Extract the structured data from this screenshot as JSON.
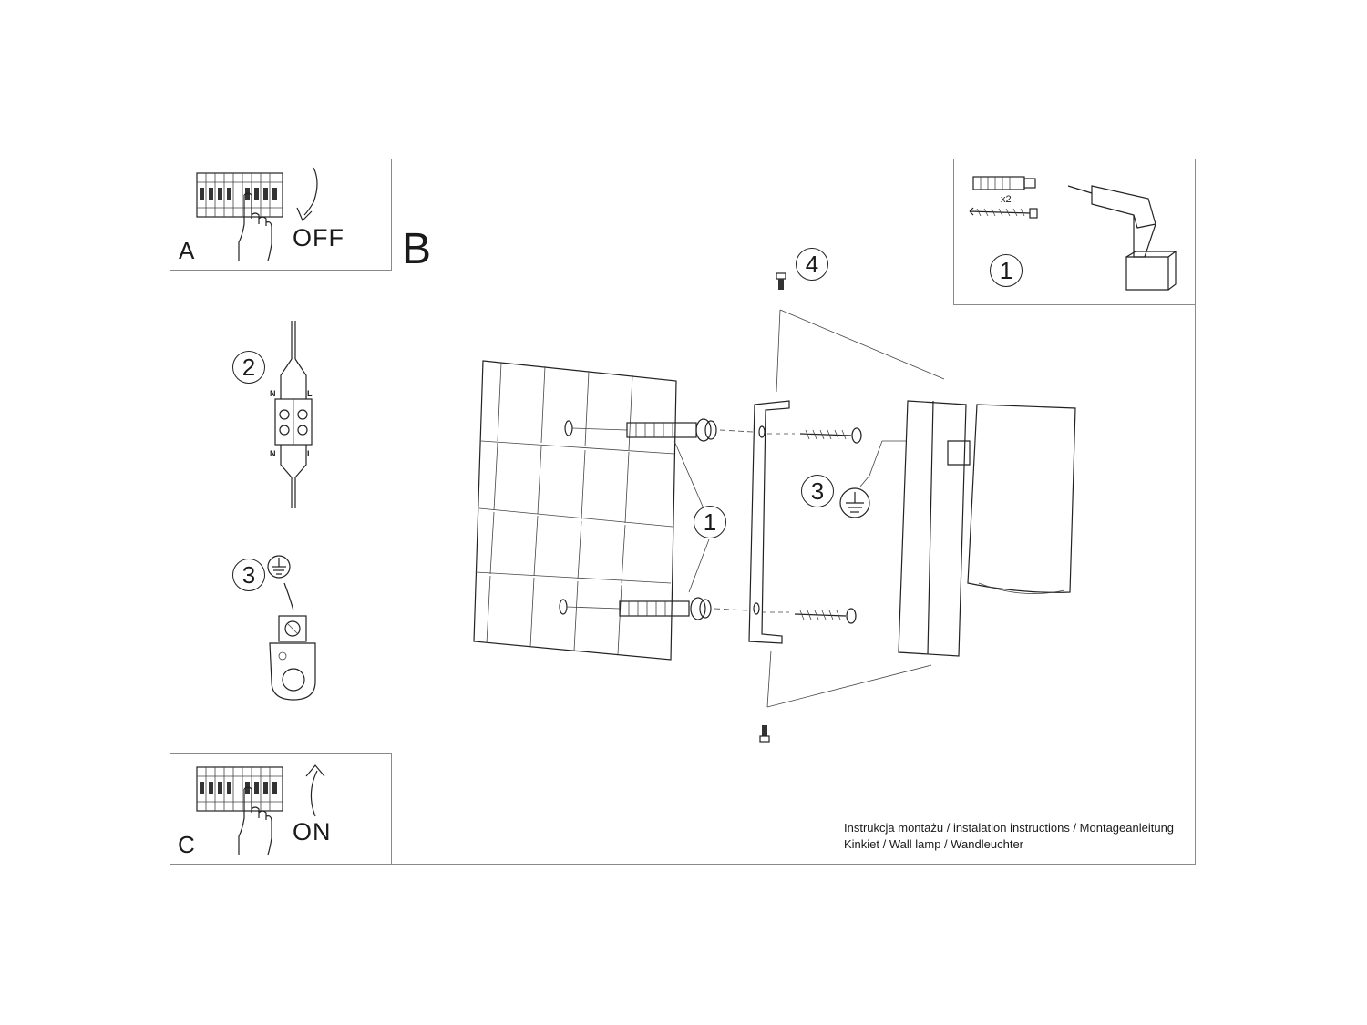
{
  "panel_a": {
    "letter": "A",
    "action": "OFF"
  },
  "panel_b": {
    "letter": "B"
  },
  "panel_c": {
    "letter": "C",
    "action": "ON"
  },
  "steps": {
    "step1_tools": "1",
    "step1_main": "1",
    "step2": "2",
    "step3_left": "3",
    "step3_main": "3",
    "step4": "4"
  },
  "tools": {
    "quantity": "x2"
  },
  "terminal": {
    "n_top": "N",
    "l_top": "L",
    "n_bottom": "N",
    "l_bottom": "L"
  },
  "captions": {
    "line1": "Instrukcja montażu / instalation instructions / Montageanleitung",
    "line2": "Kinkiet / Wall lamp / Wandleuchter"
  },
  "icons": [
    "breaker-switch-icon",
    "hand-icon",
    "curved-arrow-down-icon",
    "curved-arrow-up-icon",
    "wall-plug-icon",
    "screw-icon",
    "drill-icon",
    "terminal-block-icon",
    "ground-symbol-icon",
    "ground-clamp-icon",
    "wall-tiles-icon",
    "mounting-bracket-icon",
    "lamp-body-icon",
    "set-screw-icon"
  ]
}
